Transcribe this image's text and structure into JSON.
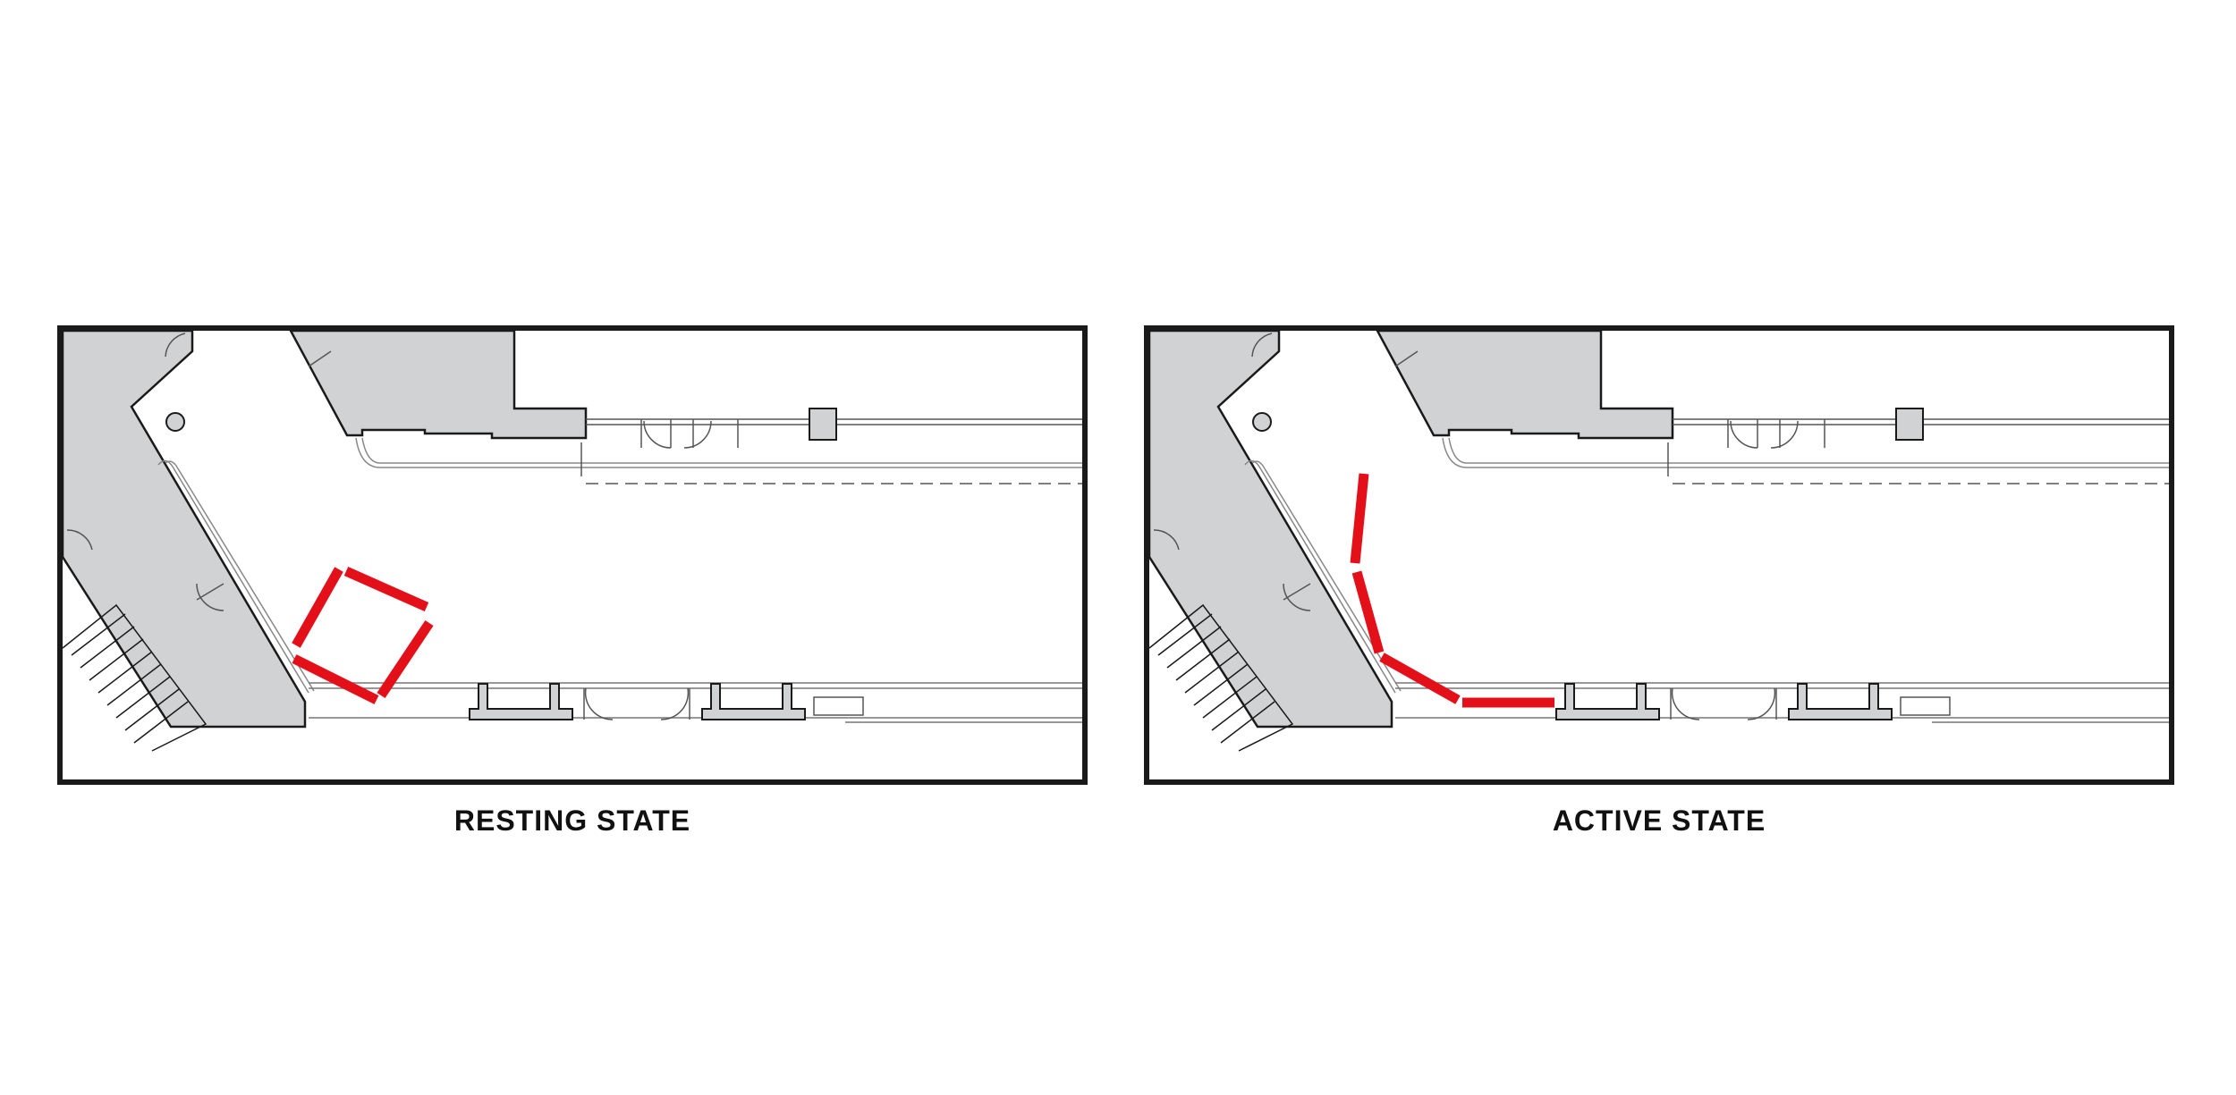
{
  "panels": [
    {
      "id": "resting",
      "caption": "RESTING STATE"
    },
    {
      "id": "active",
      "caption": "ACTIVE STATE"
    }
  ],
  "colors": {
    "wall_fill": "#d1d2d4",
    "line": "#1a1a1a",
    "partition": "#e3101a",
    "background": "#ffffff"
  }
}
